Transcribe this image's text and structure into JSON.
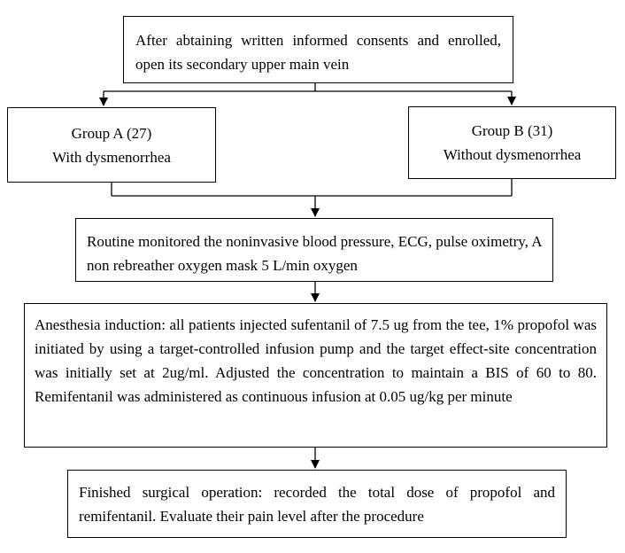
{
  "flowchart": {
    "start_box": {
      "text": "After abtaining written informed consents and enrolled, open its secondary upper main vein"
    },
    "group_a_box": {
      "title": "Group A (27)",
      "subtitle": "With dysmenorrhea"
    },
    "group_b_box": {
      "title": "Group B (31)",
      "subtitle": "Without dysmenorrhea"
    },
    "monitoring_box": {
      "text": "Routine monitored the noninvasive blood pressure, ECG, pulse oximetry, A non rebreather oxygen mask 5 L/min oxygen"
    },
    "induction_box": {
      "text": "Anesthesia induction: all patients injected sufentanil of 7.5 ug from the tee, 1% propofol was initiated by using a target-controlled infusion pump and the target effect-site concentration was initially set at 2ug/ml. Adjusted the concentration to maintain a BIS of 60 to 80. Remifentanil was administered as continuous infusion at 0.05 ug/kg per minute"
    },
    "finish_box": {
      "text": "Finished surgical operation: recorded the total dose of propofol and remifentanil. Evaluate their pain level after the procedure"
    }
  }
}
